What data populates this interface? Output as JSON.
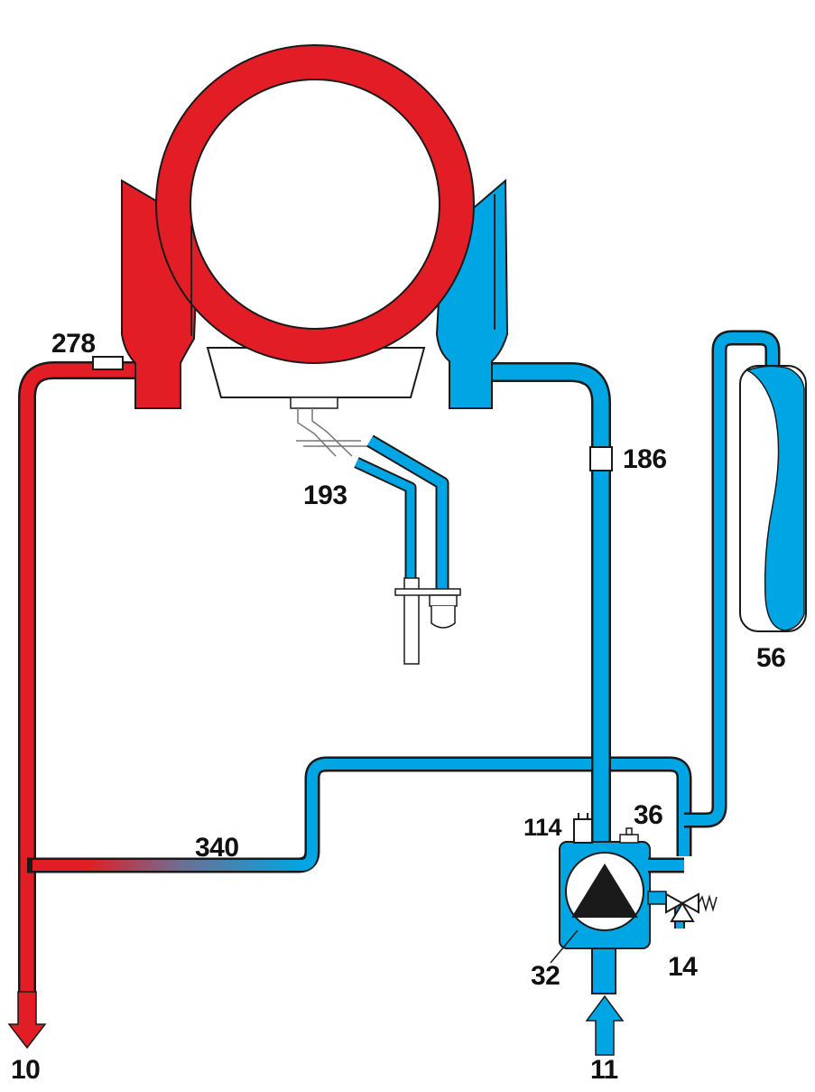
{
  "colors": {
    "hot": "#e31d25",
    "cold": "#00a6e3",
    "outline": "#1a1a1a",
    "label": "#111111"
  },
  "labels": {
    "l278": "278",
    "l186": "186",
    "l193": "193",
    "l56": "56",
    "l114": "114",
    "l36": "36",
    "l340": "340",
    "l32": "32",
    "l14": "14",
    "l10": "10",
    "l11": "11"
  },
  "icons": {
    "pump": "pump-triangle-icon",
    "valve": "safety-valve-icon",
    "arrow_out": "arrow-down-icon",
    "arrow_in": "arrow-up-icon"
  }
}
